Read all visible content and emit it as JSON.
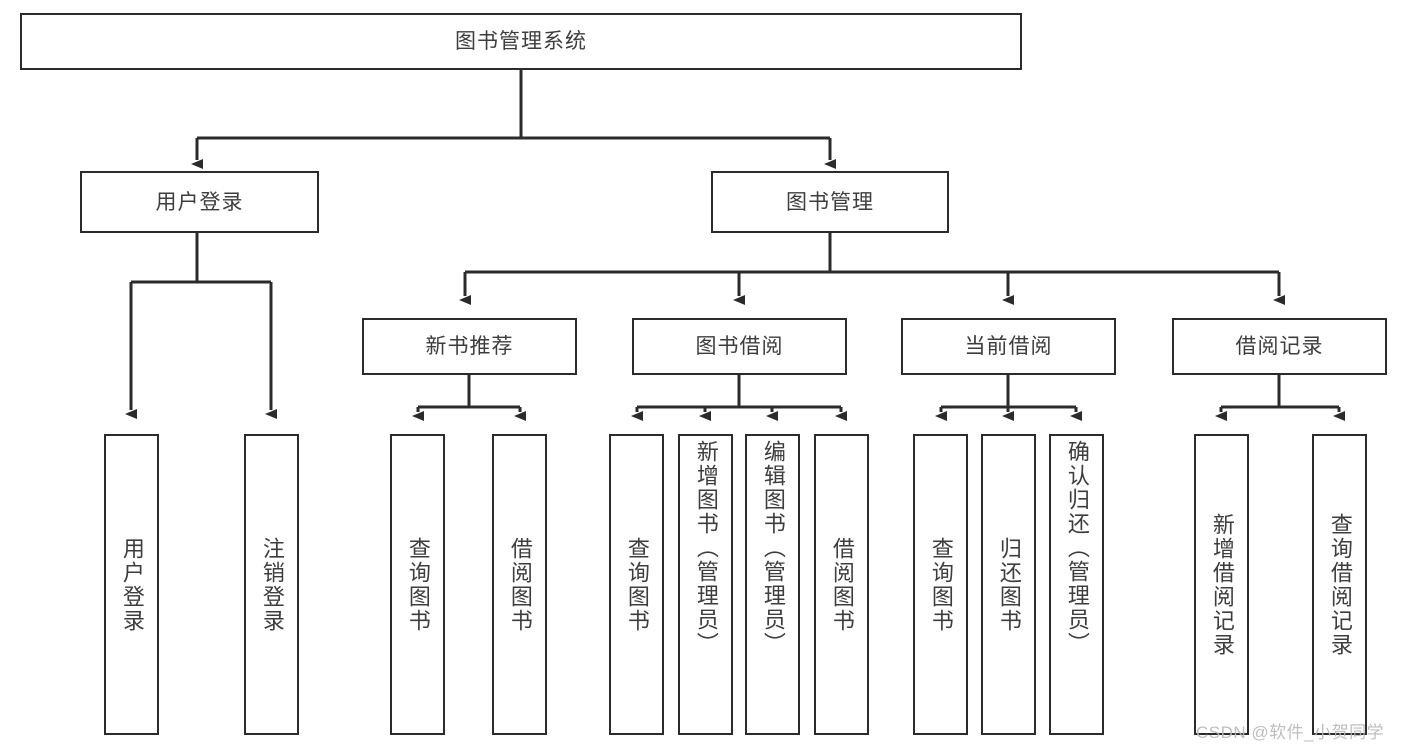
{
  "diagram": {
    "title_text": "图书管理系统",
    "type": "hierarchy-tree",
    "theme": {
      "background": "#ffffff",
      "border": "#2b2b2b",
      "text": "#3d3d3d",
      "connector": "#2b2b2b",
      "watermark": "#b9b9b9"
    },
    "levels": {
      "root": {
        "label": "图书管理系统"
      },
      "level2": [
        {
          "label": "用户登录"
        },
        {
          "label": "图书管理"
        }
      ],
      "level3": [
        {
          "label": "新书推荐"
        },
        {
          "label": "图书借阅"
        },
        {
          "label": "当前借阅"
        },
        {
          "label": "借阅记录"
        }
      ],
      "leaves": [
        {
          "label": "用户登录",
          "parent": "用户登录"
        },
        {
          "label": "注销登录",
          "parent": "用户登录"
        },
        {
          "label": "查询图书",
          "parent": "新书推荐"
        },
        {
          "label": "借阅图书",
          "parent": "新书推荐"
        },
        {
          "label": "查询图书",
          "parent": "图书借阅"
        },
        {
          "label": "新增图书（管理员）",
          "parent": "图书借阅"
        },
        {
          "label": "编辑图书（管理员）",
          "parent": "图书借阅"
        },
        {
          "label": "借阅图书",
          "parent": "图书借阅"
        },
        {
          "label": "查询图书",
          "parent": "当前借阅"
        },
        {
          "label": "归还图书",
          "parent": "当前借阅"
        },
        {
          "label": "确认归还（管理员）",
          "parent": "当前借阅"
        },
        {
          "label": "新增借阅记录",
          "parent": "借阅记录"
        },
        {
          "label": "查询借阅记录",
          "parent": "借阅记录"
        }
      ]
    },
    "watermark": "CSDN @软件_小贺同学"
  }
}
